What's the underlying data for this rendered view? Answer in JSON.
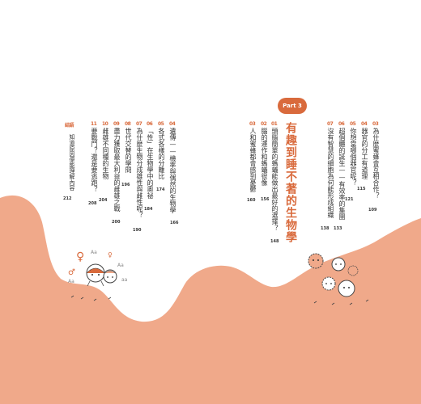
{
  "part": {
    "label": "Part 3",
    "title": "有趣到睡不著的生物學"
  },
  "left_entries": [
    {
      "num": "04",
      "lines": [
        "遺傳——機率與偶然的生物學"
      ],
      "page": "166"
    },
    {
      "num": "05",
      "lines": [
        "各式各樣的分離比"
      ],
      "page": "174"
    },
    {
      "num": "06",
      "lines": [
        "「性」在生物學中的奧祕"
      ],
      "page": "184"
    },
    {
      "num": "07",
      "lines": [
        "為什麼生物分成雄性與雌性呢？"
      ],
      "page": "190"
    },
    {
      "num": "08",
      "lines": [
        "世代交替的學問"
      ],
      "page": "196"
    },
    {
      "num": "09",
      "lines": [
        "盡力獲取最大利益的雌雄之戰"
      ],
      "page": "200"
    },
    {
      "num": "10",
      "lines": [
        "雌雄不同種的生物"
      ],
      "page": "204"
    },
    {
      "num": "11",
      "lines": [
        "要戰鬥？還是要逃跑？"
      ],
      "page": "208"
    }
  ],
  "epilogue": {
    "label": "結語",
    "text": "知道原因便能理解內容",
    "page": "212"
  },
  "right_entries": [
    {
      "num": "03",
      "lines": [
        "為什麼蜜蜂會互相合作？"
      ],
      "page": "109"
    },
    {
      "num": "04",
      "lines": [
        "器官的分工有道理"
      ],
      "page": "115"
    },
    {
      "num": "05",
      "lines": [
        "你想當哪個器官呢？"
      ],
      "page": "121"
    },
    {
      "num": "06",
      "lines": [
        "超個體的誕生——有效率的集團"
      ],
      "page": "133"
    },
    {
      "num": "07",
      "lines": [
        "沒有智慧的細胞為何能形成組織"
      ],
      "page": "138"
    }
  ],
  "part3_entries": [
    {
      "num": "01",
      "lines": [
        "頭腦簡單的螞蟻能做出最好的選擇？"
      ],
      "page": "148"
    },
    {
      "num": "02",
      "lines": [
        "腦的運作和螞蟻很像"
      ],
      "page": "156"
    },
    {
      "num": "03",
      "lines": [
        "人和蜜蜂都會感到憂鬱"
      ],
      "page": "160"
    }
  ],
  "illustration": {
    "symbols": [
      "♀",
      "♂",
      "♀",
      "Aa",
      "Aa",
      "Aa",
      "aa"
    ]
  },
  "colors": {
    "accent": "#d96a3c",
    "blob": "#f0a98a",
    "text": "#333333"
  }
}
